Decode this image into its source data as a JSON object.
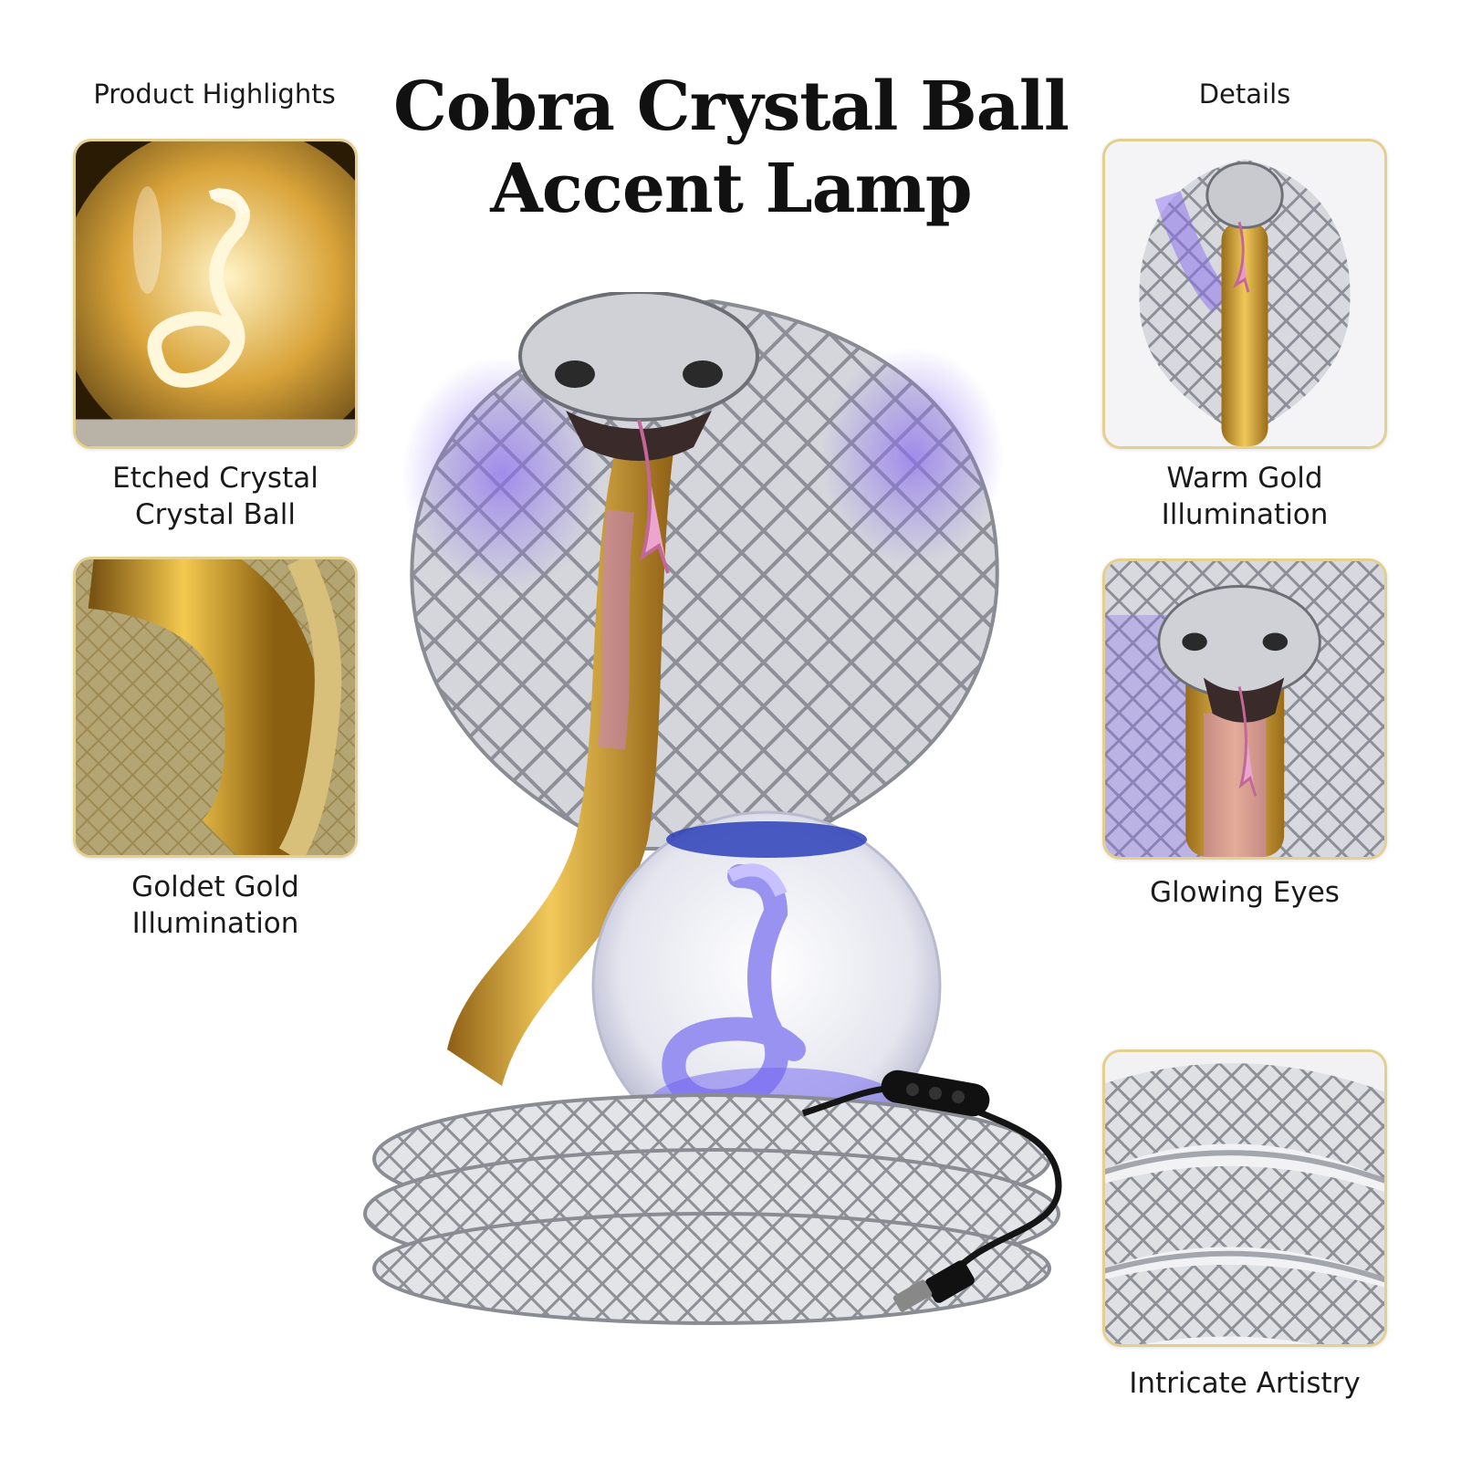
{
  "title": {
    "line1": "Cobra Crystal Ball",
    "line2": "Accent Lamp"
  },
  "left_column": {
    "heading": "Product Highlights",
    "items": [
      {
        "caption_line1": "Etched Crystal",
        "caption_line2": "Crystal Ball",
        "image": "etched-crystal-ball-photo"
      },
      {
        "caption_line1": "Goldet Gold",
        "caption_line2": "Illumination",
        "image": "gold-snake-coil-photo"
      }
    ]
  },
  "right_column": {
    "heading": "Details",
    "items": [
      {
        "caption_line1": "Warm Gold",
        "caption_line2": "Illumination",
        "image": "cobra-hood-photo"
      },
      {
        "caption_line1": "Glowing Eyes",
        "image": "cobra-head-closeup-photo"
      },
      {
        "caption_line1": "Intricate Artistry",
        "image": "silver-scale-coil-photo"
      }
    ]
  },
  "colors": {
    "frame_border": "#e3cf8e",
    "gold": "#d9a93a",
    "silver": "#c9cbd0",
    "purple_glow": "#8a6cf0"
  }
}
